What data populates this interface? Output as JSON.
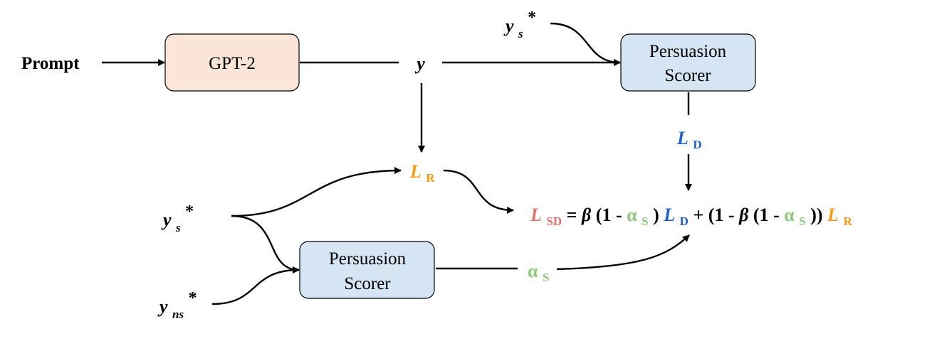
{
  "prompt": "Prompt",
  "gpt2": "GPT-2",
  "y": "y",
  "ys_top": {
    "base": "y",
    "sub": "s",
    "sup": "*"
  },
  "scorer_top": {
    "line1": "Persuasion",
    "line2": "Scorer"
  },
  "ld": {
    "base": "L",
    "sub": "D"
  },
  "lr": {
    "base": "L",
    "sub": "R"
  },
  "ys_left": {
    "base": "y",
    "sub": "s",
    "sup": "*"
  },
  "yns_left": {
    "base": "y",
    "sub": "ns",
    "sup": "*"
  },
  "scorer_bottom": {
    "line1": "Persuasion",
    "line2": "Scorer"
  },
  "alpha": {
    "base": "α",
    "sub": "S"
  },
  "equation": {
    "lsd_base": "L",
    "lsd_sub": "SD",
    "eq1": "= ",
    "beta1": "β",
    "p1": "(1 - ",
    "a1": "α",
    "a1_sub": "S",
    "p2": ") ",
    "ld_base": "L",
    "ld_sub": "D",
    "p3": "+ (1 - ",
    "beta2": "β",
    "p4": "(1 - ",
    "a2": "α",
    "a2_sub": "S",
    "p5": ")) ",
    "lr_base": "L",
    "lr_sub": "R"
  },
  "colors": {
    "gpt_fill": "#fbe5d6",
    "scorer_fill": "#d6e5f4",
    "blue": "#1f5fcf",
    "orange": "#f59c12",
    "green": "#8fc97a",
    "red": "#e8706b"
  }
}
